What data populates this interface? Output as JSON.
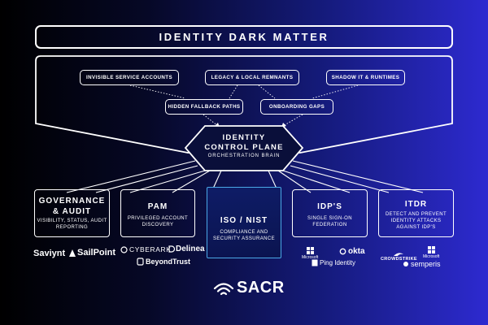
{
  "title": "IDENTITY DARK MATTER",
  "sources": {
    "invisible_service_accounts": "INVISIBLE SERVICE ACCOUNTS",
    "legacy_local_remnants": "LEGACY & LOCAL REMNANTS",
    "shadow_it_runtimes": "SHADOW IT & RUNTIMES",
    "hidden_fallback_paths": "HIDDEN FALLBACK PATHS",
    "onboarding_gaps": "ONBOARDING GAPS"
  },
  "control_plane": {
    "line1": "IDENTITY",
    "line2": "CONTROL PLANE",
    "subtitle": "ORCHESTRATION BRAIN"
  },
  "categories": {
    "governance": {
      "title1": "GOVERNANCE",
      "title2": "& AUDIT",
      "desc1": "VISIBILITY, STATUS, AUDIT",
      "desc2": "REPORTING"
    },
    "pam": {
      "title1": "PAM",
      "desc1": "PRIVILEGED ACCOUNT",
      "desc2": "DISCOVERY"
    },
    "iso_nist": {
      "title1": "ISO / NIST",
      "desc1": "COMPLIANCE AND",
      "desc2": "SECURITY ASSURANCE"
    },
    "idps": {
      "title1": "IDP'S",
      "desc1": "SINGLE SIGN-ON",
      "desc2": "FEDERATION"
    },
    "itdr": {
      "title1": "ITDR",
      "desc1": "DETECT AND PREVENT",
      "desc2": "IDENTITY ATTACKS",
      "desc3": "AGAINST IDP'S"
    }
  },
  "vendors": {
    "saviynt": "Saviynt",
    "sailpoint": "SailPoint",
    "cyberark": "CYBERARK",
    "delinea": "Delinea",
    "beyondtrust": "BeyondTrust",
    "microsoft1": "Microsoft",
    "okta": "okta",
    "pingidentity": "Ping Identity",
    "crowdstrike": "CROWDSTRIKE",
    "microsoft2": "Microsoft",
    "semperis": "semperis"
  },
  "brand": "SACR",
  "colors": {
    "line": "#ffffff",
    "iso_border": "#4aa8e6",
    "bg_left": "#000000",
    "bg_right": "#2d2ad0"
  }
}
